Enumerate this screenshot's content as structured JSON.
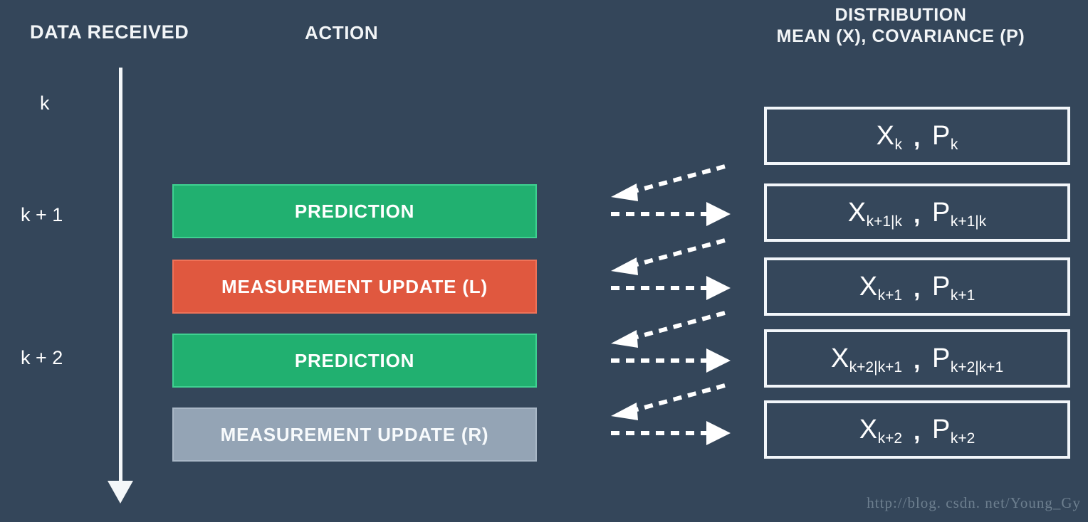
{
  "headers": {
    "data_received": "DATA RECEIVED",
    "action": "ACTION",
    "distribution_line1": "DISTRIBUTION",
    "distribution_line2": "MEAN (X), COVARIANCE (P)"
  },
  "timeline": {
    "ticks": [
      {
        "label": "k"
      },
      {
        "label": "k + 1"
      },
      {
        "label": "k + 2"
      }
    ],
    "arrow_direction": "down"
  },
  "actions": [
    {
      "label": "PREDICTION",
      "color": "#21b070",
      "border": "#3fd191",
      "kind": "prediction"
    },
    {
      "label": "MEASUREMENT UPDATE (L)",
      "color": "#e0583f",
      "border": "#ef7258",
      "kind": "measurement-update-lidar"
    },
    {
      "label": "PREDICTION",
      "color": "#21b070",
      "border": "#3fd191",
      "kind": "prediction"
    },
    {
      "label": "MEASUREMENT UPDATE (R)",
      "color": "#94a4b5",
      "border": "#a9b7c6",
      "kind": "measurement-update-radar"
    }
  ],
  "distributions": [
    {
      "mean_symbol": "X",
      "mean_sub": "k",
      "covariance_symbol": "P",
      "covariance_sub": "k",
      "comma": ","
    },
    {
      "mean_symbol": "X",
      "mean_sub": "k+1|k",
      "covariance_symbol": "P",
      "covariance_sub": "k+1|k",
      "comma": ","
    },
    {
      "mean_symbol": "X",
      "mean_sub": "k+1",
      "covariance_symbol": "P",
      "covariance_sub": "k+1",
      "comma": ","
    },
    {
      "mean_symbol": "X",
      "mean_sub": "k+2|k+1",
      "covariance_symbol": "P",
      "covariance_sub": "k+2|k+1",
      "comma": ","
    },
    {
      "mean_symbol": "X",
      "mean_sub": "k+2",
      "covariance_symbol": "P",
      "covariance_sub": "k+2",
      "comma": ","
    }
  ],
  "arrow_groups": [
    {
      "incoming": "dashed-arrow-left",
      "outgoing": "dashed-arrow-right"
    },
    {
      "incoming": "dashed-arrow-left",
      "outgoing": "dashed-arrow-right"
    },
    {
      "incoming": "dashed-arrow-left",
      "outgoing": "dashed-arrow-right"
    },
    {
      "incoming": "dashed-arrow-left",
      "outgoing": "dashed-arrow-right"
    }
  ],
  "watermark": {
    "text": "http://blog. csdn. net/Young_Gy",
    "color": "#6d7f8f"
  },
  "colors": {
    "background": "#34465a",
    "text": "#ffffff",
    "green": "#21b070",
    "red": "#e0583f",
    "gray": "#94a4b5",
    "outline": "#f2f6fa"
  }
}
